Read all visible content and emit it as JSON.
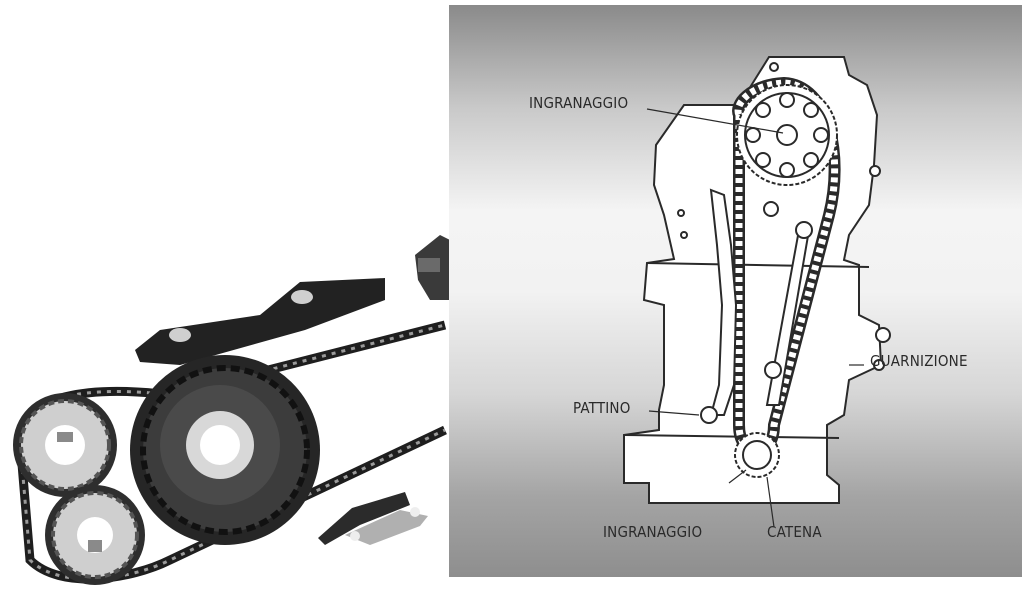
{
  "labels": {
    "top_sprocket": "INGRANAGGIO",
    "gasket": "GUARNIZIONE",
    "shoe": "PATTINO",
    "bottom_sprocket": "INGRANAGGIO",
    "chain": "CATENA"
  },
  "colors": {
    "panel_top": "#8a8a8a",
    "panel_middle": "#f4f4f4",
    "line_art": "#2a2a2a",
    "photo_parts": "#2b2b2b"
  }
}
